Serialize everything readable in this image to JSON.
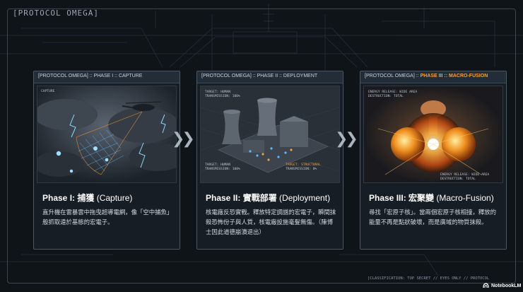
{
  "page": {
    "tag": "[PROTOCOL OMEGA]"
  },
  "cards": [
    {
      "header_prefix": "[PROTOCOL OMEGA] :: ",
      "header_phase": "PHASE I :: CAPTURE",
      "image_labels": {
        "top_left": "CAPTURE",
        "top_right": "",
        "bottom_right": ""
      },
      "title_bold": "Phase I: 捕獲",
      "title_rest": " (Capture)",
      "body": "直升機在雷暴雲中拖曳超導電網，像「空中捕魚」般抓取遠於基態的宏電子。"
    },
    {
      "header_prefix": "[PROTOCOL OMEGA] :: ",
      "header_phase": "PHASE II :: DEPLOYMENT",
      "image_labels": {
        "top_left_1": "TARGET: HUMAN",
        "top_left_2": "TRANSMISSION: 100%",
        "bottom_left_1": "TARGET: HUMAN",
        "bottom_left_2": "TRANSMISSION: 100%",
        "bottom_right_1": "TARGET: STRUCTURAL",
        "bottom_right_2": "TRANSMISSION: 0%"
      },
      "title_bold": "Phase II: 實戰部署",
      "title_rest": " (Deployment)",
      "body": "核電廠反恐實戰。釋放特定調諧的宏電子，瞬間抹殺恐怖份子與人質，核電廠設施毫髮無傷。（陳博士因此道德崩潰退出）"
    },
    {
      "header_prefix": "[PROTOCOL OMEGA] :: ",
      "header_phase": "PHASE III :: MACRO-FUSION",
      "image_labels": {
        "top_left_1": "ENERGY RELEASE: WIDE AREA",
        "top_left_2": "DESTRUCTION: TOTAL",
        "bottom_right_1": "ENERGY RELEASE: WIDE AREA",
        "bottom_right_2": "DESTRUCTION: TOTAL"
      },
      "title_bold": "Phase III: 宏聚變",
      "title_rest": " (Macro-Fusion)",
      "body": "尋找「宏原子核」。當兩個宏原子核相撞，釋放的能量不再是點狀破壞，而是廣域的物質抹殺。"
    }
  ],
  "footer": {
    "classification": "[CLASSIFICATION: TOP SECRET // EYES ONLY // PROTOCOL",
    "logo": "NotebookLM"
  },
  "colors": {
    "accent": "#f0a040",
    "background": "#0f1419",
    "card": "#161d24"
  },
  "icons": [
    "chevron-right-icon",
    "notebooklm-logo-icon"
  ]
}
